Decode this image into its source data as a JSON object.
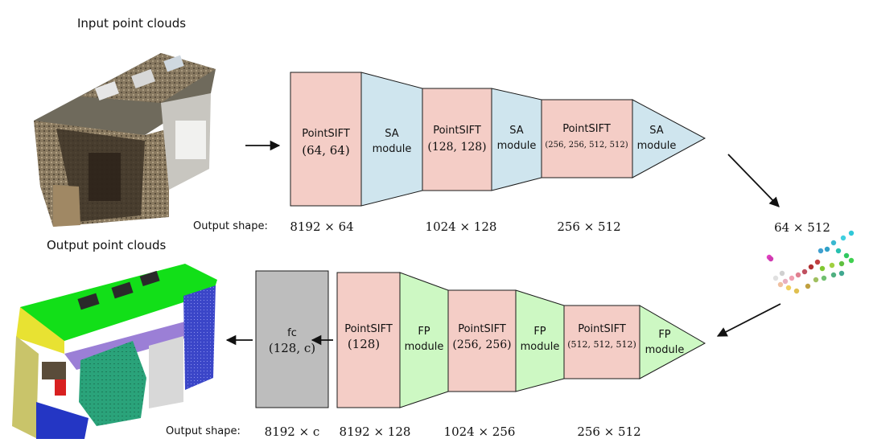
{
  "input_label": "Input point clouds",
  "output_label": "Output point clouds",
  "encoder": {
    "output_shape_label": "Output shape:",
    "blocks": [
      {
        "line1": "PointSIFT",
        "line2": "(64, 64)"
      },
      {
        "line1": "SA",
        "line2": "module"
      },
      {
        "line1": "PointSIFT",
        "line2": "(128, 128)"
      },
      {
        "line1": "SA",
        "line2": "module"
      },
      {
        "line1": "PointSIFT",
        "line2": "(256, 256, 512, 512)"
      },
      {
        "line1": "SA",
        "line2": "module"
      }
    ],
    "shapes": [
      "8192 × 64",
      "1024 × 128",
      "256 × 512"
    ]
  },
  "bottleneck_shape": "64 × 512",
  "decoder": {
    "output_shape_label": "Output shape:",
    "fc": {
      "line1": "fc",
      "line2": "(128, c)"
    },
    "blocks": [
      {
        "line1": "PointSIFT",
        "line2": "(128)"
      },
      {
        "line1": "FP",
        "line2": "module"
      },
      {
        "line1": "PointSIFT",
        "line2": "(256, 256)"
      },
      {
        "line1": "FP",
        "line2": "module"
      },
      {
        "line1": "PointSIFT",
        "line2": "(512, 512, 512)"
      },
      {
        "line1": "FP",
        "line2": "module"
      }
    ],
    "shapes": [
      "8192 × c",
      "8192 × 128",
      "1024 × 256",
      "256 × 512"
    ]
  },
  "colors": {
    "pointsift": "#f4cdc6",
    "sa": "#cfe5ee",
    "fp": "#cdf8c3",
    "fc": "#bdbdbd",
    "stroke": "#1a1a1a"
  }
}
